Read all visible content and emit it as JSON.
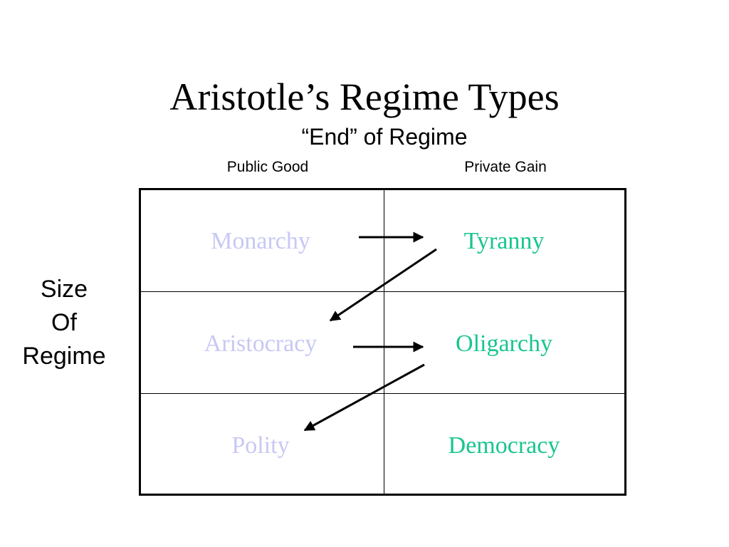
{
  "title": "Aristotle’s Regime Types",
  "subtitle": "“End” of Regime",
  "columns": [
    "Public Good",
    "Private Gain"
  ],
  "row_label": [
    "Size",
    "Of",
    "Regime"
  ],
  "colors": {
    "public_good_text": "#c8c8f5",
    "private_gain_text": "#19c58f",
    "grid": "#000000"
  },
  "cells": {
    "public": [
      "Monarchy",
      "Aristocracy",
      "Polity"
    ],
    "private": [
      "Tyranny",
      "Oligarchy",
      "Democracy"
    ]
  }
}
